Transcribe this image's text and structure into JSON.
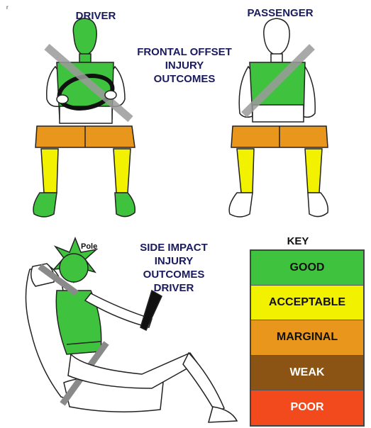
{
  "labels": {
    "driver": "DRIVER",
    "passenger": "PASSENGER",
    "frontal_lines": [
      "FRONTAL OFFSET",
      "INJURY",
      "OUTCOMES"
    ],
    "side_lines": [
      "SIDE IMPACT",
      "INJURY",
      "OUTCOMES",
      "DRIVER"
    ],
    "pole": "Pole",
    "corner_mark": "r"
  },
  "key": {
    "title": "KEY",
    "items": [
      {
        "label": "GOOD",
        "color": "#3fc33f",
        "text_color": "#111111"
      },
      {
        "label": "ACCEPTABLE",
        "color": "#f2f200",
        "text_color": "#111111"
      },
      {
        "label": "MARGINAL",
        "color": "#e8961c",
        "text_color": "#111111"
      },
      {
        "label": "WEAK",
        "color": "#8b5415",
        "text_color": "#ffffff"
      },
      {
        "label": "POOR",
        "color": "#f24a1d",
        "text_color": "#ffffff"
      }
    ]
  },
  "colors": {
    "good": "#3fc33f",
    "acceptable": "#f2f200",
    "marginal": "#e8961c",
    "belt": "#9a9a9a",
    "outline": "#222222",
    "label_navy": "#1a1a5e"
  }
}
